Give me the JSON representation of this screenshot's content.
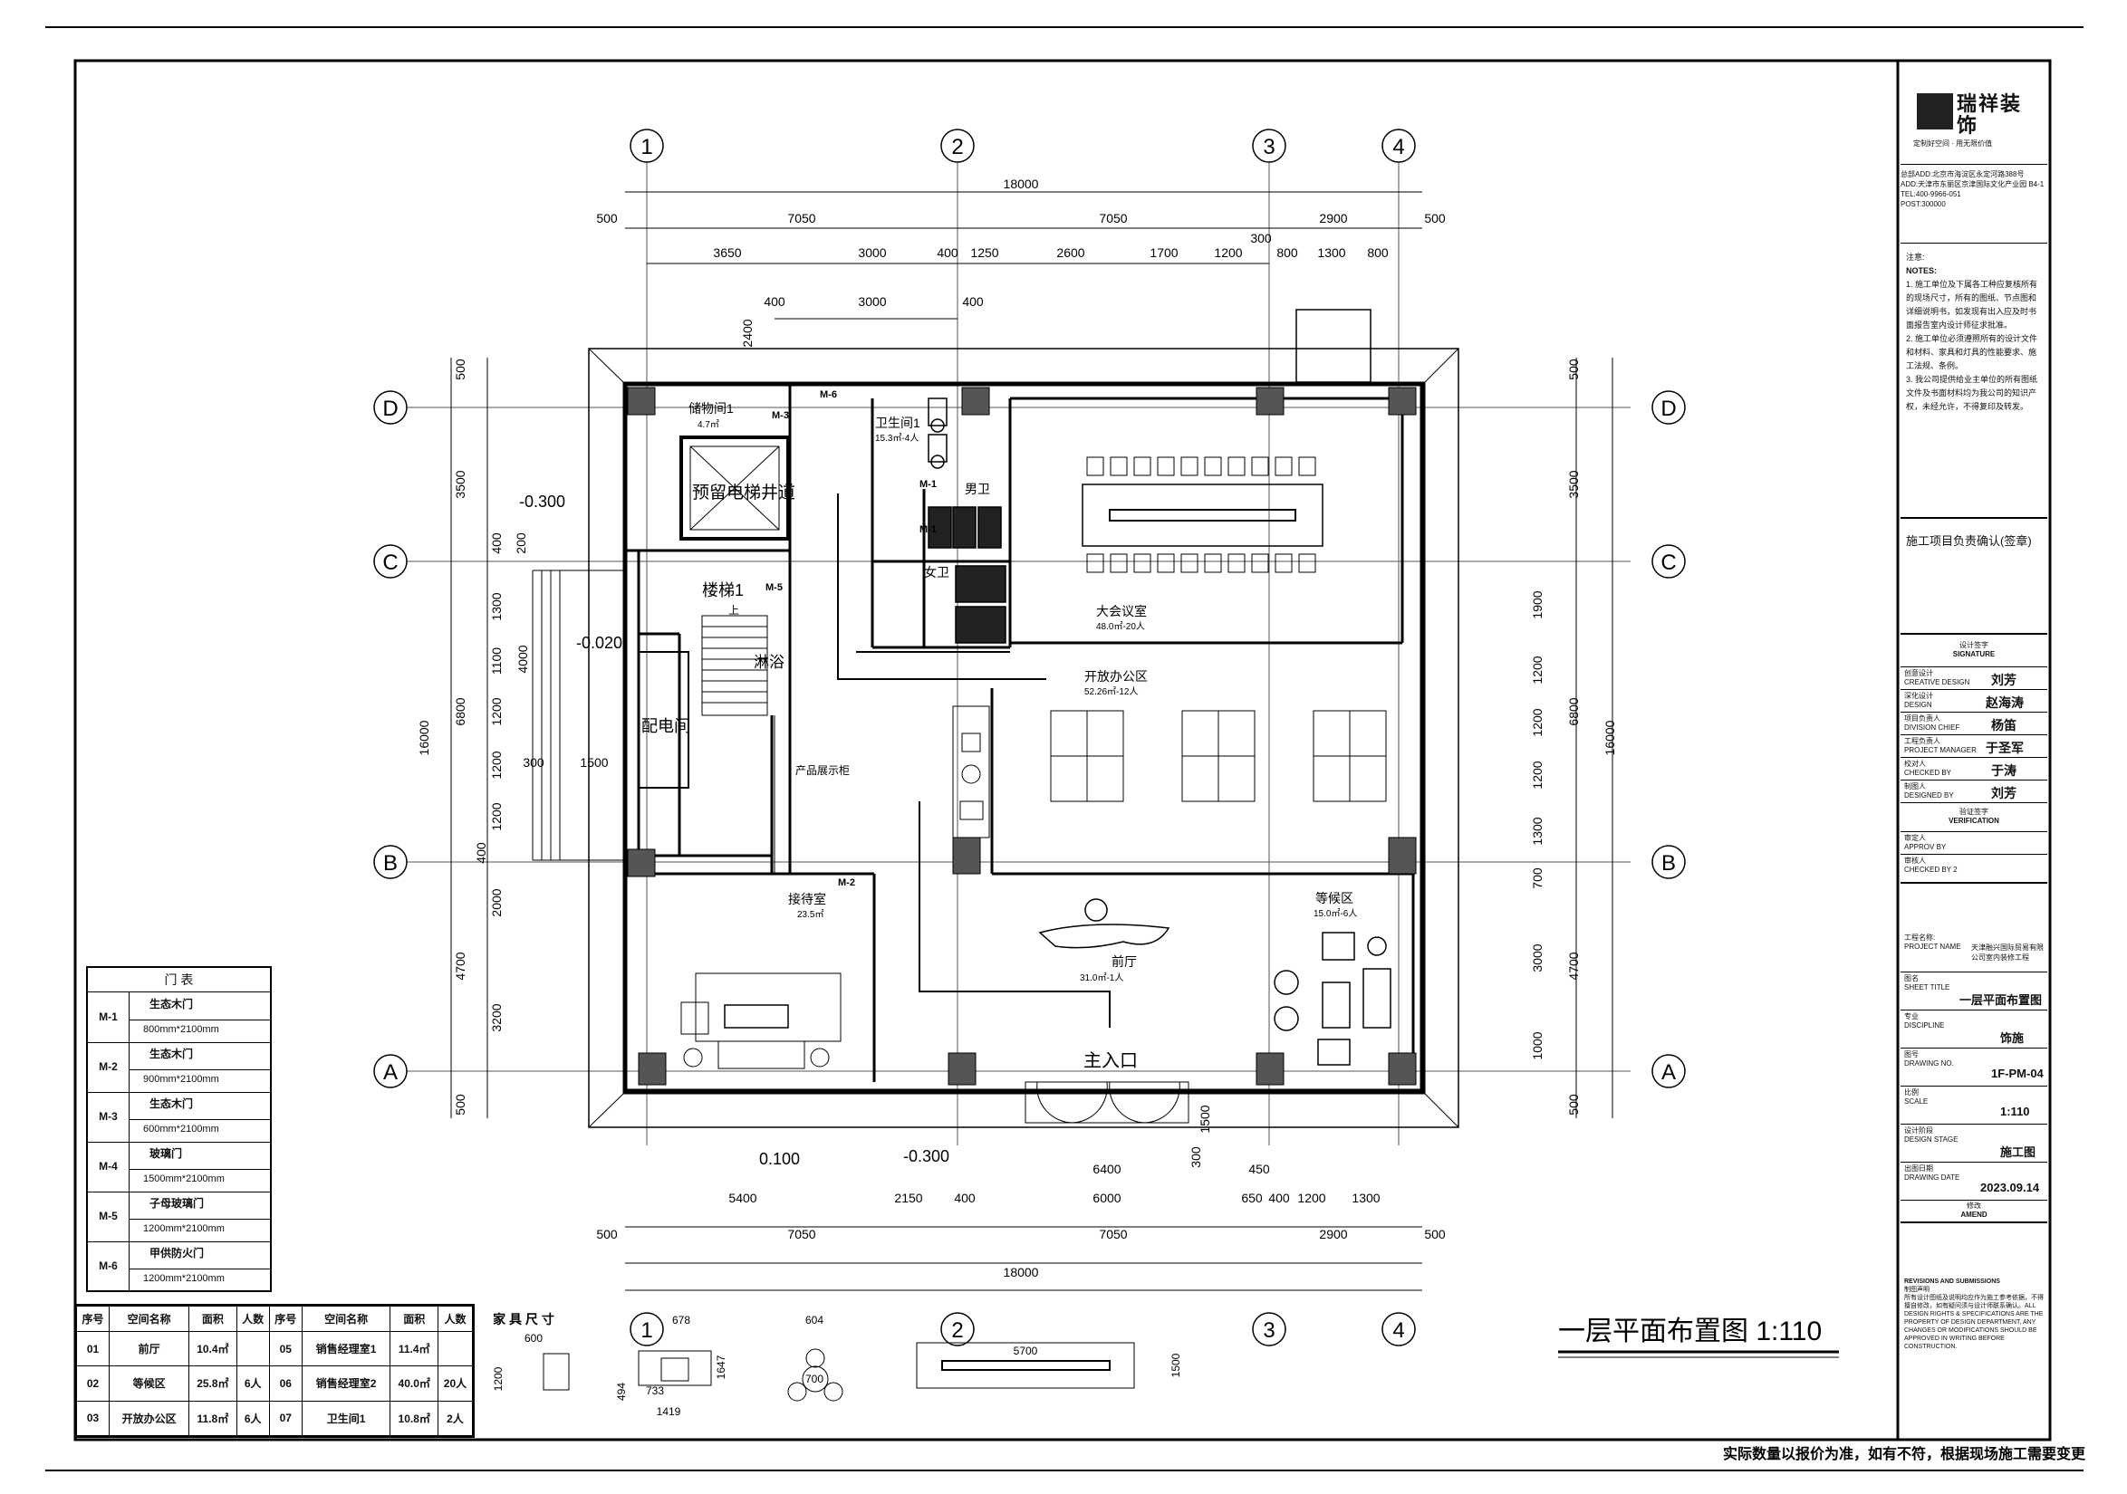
{
  "drawing": {
    "title": "一层平面布置图 1:110",
    "footer_note": "实际数量以报价为准，如有不符，根据现场施工需要变更"
  },
  "grid": {
    "cols": [
      "1",
      "2",
      "3",
      "4"
    ],
    "rows": [
      "D",
      "C",
      "B",
      "A"
    ]
  },
  "dims": {
    "top_total": "18000",
    "top_row1": [
      "500",
      "7050",
      "7050",
      "2900",
      "500"
    ],
    "top_row2": [
      "3650",
      "3000",
      "400",
      "1250",
      "2600",
      "1700",
      "1200",
      "300",
      "800",
      "1300",
      "800"
    ],
    "top_row3": [
      "400",
      "3000",
      "400",
      "2400"
    ],
    "bottom_total": "18000",
    "bottom_row1": [
      "500",
      "7050",
      "7050",
      "2900",
      "500"
    ],
    "bottom_row2": [
      "5400",
      "2150",
      "400",
      "6000",
      "650",
      "400",
      "1200",
      "1300"
    ],
    "bottom_misc": [
      "6400",
      "300",
      "450",
      "1500"
    ],
    "left_total": "16000",
    "left_row1": [
      "500",
      "3500",
      "6800",
      "4700",
      "500"
    ],
    "left_row2": [
      "400",
      "200",
      "1300",
      "1100",
      "1200",
      "1200",
      "1200",
      "400",
      "2000",
      "3200"
    ],
    "left_misc": [
      "4000",
      "300",
      "1500"
    ],
    "right_total": "16000",
    "right_row1": [
      "500",
      "3500",
      "6800",
      "4700",
      "500"
    ],
    "right_row2": [
      "1900",
      "1200",
      "1200",
      "1200",
      "1300",
      "700",
      "3000",
      "1000"
    ]
  },
  "levels": [
    "-0.300",
    "-0.020",
    "0.100",
    "-0.300"
  ],
  "rooms": {
    "storage": {
      "name": "储物间1",
      "area": "4.7㎡"
    },
    "elevator": {
      "name": "预留电梯井道"
    },
    "wc": {
      "name": "卫生间1",
      "area": "15.3㎡-4人"
    },
    "men": "男卫",
    "women": "女卫",
    "stair": "楼梯1",
    "stair_up": "上",
    "shower": "淋浴",
    "power": "配电间",
    "meeting": {
      "name": "大会议室",
      "area": "48.0㎡-20人"
    },
    "office": {
      "name": "开放办公区",
      "area": "52.26㎡-12人"
    },
    "display": "产品展示柜",
    "reception": {
      "name": "接待室",
      "area": "23.5㎡"
    },
    "lobby": {
      "name": "前厅",
      "area": "31.0㎡-1人"
    },
    "waiting": {
      "name": "等候区",
      "area": "15.0㎡-6人"
    },
    "entrance": "主入口"
  },
  "door_tags": [
    "M-3",
    "M-6",
    "M-1",
    "M-1",
    "M-5",
    "M-2"
  ],
  "door_table": {
    "title": "门 表",
    "rows": [
      {
        "code": "M-1",
        "name": "生态木门",
        "size": "800mm*2100mm"
      },
      {
        "code": "M-2",
        "name": "生态木门",
        "size": "900mm*2100mm"
      },
      {
        "code": "M-3",
        "name": "生态木门",
        "size": "600mm*2100mm"
      },
      {
        "code": "M-4",
        "name": "玻璃门",
        "size": "1500mm*2100mm"
      },
      {
        "code": "M-5",
        "name": "子母玻璃门",
        "size": "1200mm*2100mm"
      },
      {
        "code": "M-6",
        "name": "甲供防火门",
        "size": "1200mm*2100mm"
      }
    ]
  },
  "room_table": {
    "headers": [
      "序号",
      "空间名称",
      "面积",
      "人数",
      "序号",
      "空间名称",
      "面积",
      "人数"
    ],
    "rows": [
      [
        "01",
        "前厅",
        "10.4㎡",
        "",
        "05",
        "销售经理室1",
        "11.4㎡",
        ""
      ],
      [
        "02",
        "等候区",
        "25.8㎡",
        "6人",
        "06",
        "销售经理室2",
        "40.0㎡",
        "20人"
      ],
      [
        "03",
        "开放办公区",
        "11.8㎡",
        "6人",
        "07",
        "卫生间1",
        "10.8㎡",
        "2人"
      ]
    ]
  },
  "furniture": {
    "title": "家 具 尺 寸",
    "dims": [
      "600",
      "1200",
      "678",
      "1647",
      "733",
      "494",
      "1419",
      "604",
      "700",
      "5700",
      "1500"
    ]
  },
  "title_block": {
    "company": "瑞祥装饰",
    "slogan": "定制好空间 · 用无限价值",
    "address1": "总部ADD:北京市海淀区永定河路388号",
    "address2": "ADD:天津市东丽区京津国际文化产业园 B4-1",
    "tel": "TEL:400-9966-051",
    "post": "POST:300000",
    "notes_title": "注意:",
    "notes_en": "NOTES:",
    "notes": [
      "1. 施工单位及下属各工种应复核所有的现场尺寸，所有的图纸、节点图和详细说明书，如发现有出入应及时书面报告室内设计师征求批准。",
      "2. 施工单位必须遵照所有的设计文件和材料、家具和灯具的性能要求、施工法规、条例。",
      "3. 我公司提供给业主单位的所有图纸文件及书面材料均为我公司的知识产权，未经允许，不得复印及转发。"
    ],
    "confirm": "施工项目负责确认(签章)",
    "sign_title": "设计签字",
    "sign_title_en": "SIGNATURE",
    "roles": [
      {
        "label": "创意设计",
        "en": "CREATIVE DESIGN",
        "name": "刘芳"
      },
      {
        "label": "深化设计",
        "en": "DESIGN",
        "name": "赵海涛"
      },
      {
        "label": "项目负责人",
        "en": "DIVISION CHIEF",
        "name": "杨笛"
      },
      {
        "label": "工程负责人",
        "en": "PROJECT MANAGER",
        "name": "于圣军"
      },
      {
        "label": "校对人",
        "en": "CHECKED BY",
        "name": "于涛"
      },
      {
        "label": "制图人",
        "en": "DESIGNED BY",
        "name": "刘芳"
      }
    ],
    "verify_title": "验证签字",
    "verify_en": "VERIFICATION",
    "approve": "审定人",
    "approve_en": "APPROV BY",
    "check2": "审核人",
    "check2_en": "CHECKED BY 2",
    "project_label": "工程名称:",
    "project_en": "PROJECT NAME",
    "project_name": "天津融兴国际贸易有限公司室内装修工程",
    "sheet_label": "图名",
    "sheet_en": "SHEET TITLE",
    "sheet_title": "一层平面布置图",
    "disc_label": "专业",
    "disc_en": "DISCIPLINE",
    "discipline": "饰施",
    "no_label": "图号",
    "no_en": "DRAWING NO.",
    "drawing_no": "1F-PM-04",
    "scale_label": "比例",
    "scale_en": "SCALE",
    "scale": "1:110",
    "stage_label": "设计阶段",
    "stage_en": "DESIGN STAGE",
    "stage": "施工图",
    "date_label": "出图日期",
    "date_en": "DRAWING DATE",
    "date": "2023.09.14",
    "amend_label": "修改",
    "amend_en": "AMEND",
    "rev_title": "REVISIONS AND SUBMISSIONS",
    "rev_cn": "制图声明",
    "rev_text": "所有设计图纸及说明均应作为施工参考依据，不得擅自修改，如有疑问须与设计师联系确认。ALL DESIGN RIGHTS & SPECIFICATIONS ARE THE PROPERTY OF DESIGN DEPARTMENT, ANY CHANGES OR MODIFICATIONS SHOULD BE APPROVED IN WRITING BEFORE CONSTRUCTION."
  }
}
